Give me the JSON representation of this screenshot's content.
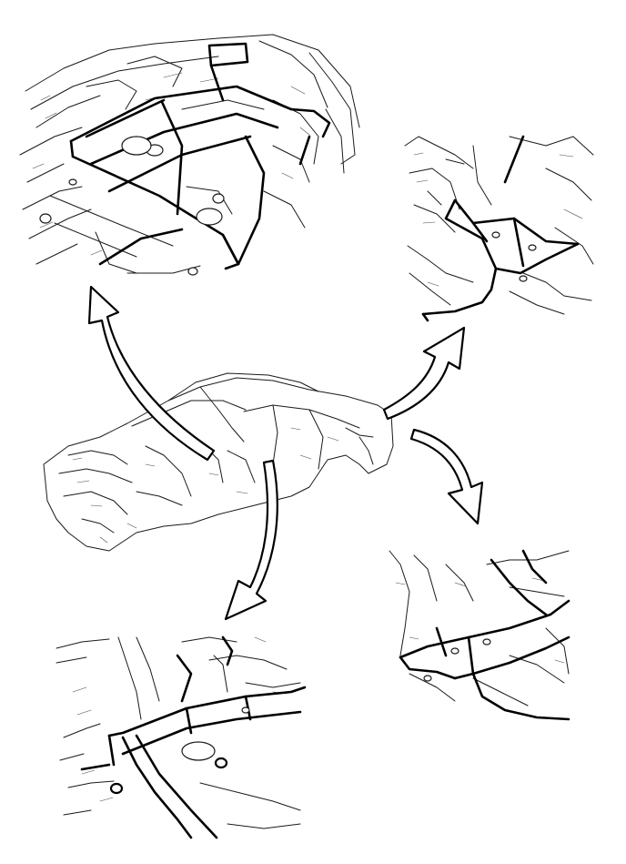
{
  "figure": {
    "background": "#ffffff",
    "line_color": "#000000",
    "style": "monochrome line art",
    "center_view": "car-body-in-white",
    "detail_views": [
      {
        "id": "rear-floor-crossmember-top"
      },
      {
        "id": "center-floor-tunnel-right"
      },
      {
        "id": "center-floor-tunnel-lower-right"
      },
      {
        "id": "rear-floor-crossmember-bottom"
      }
    ],
    "callout_arrows": 4
  }
}
